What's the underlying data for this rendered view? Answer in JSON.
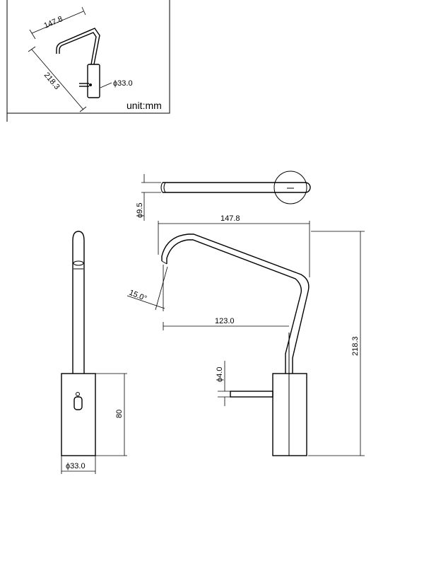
{
  "inset": {
    "dim_width": "147.8",
    "dim_height": "218.3",
    "dim_diameter": "ϕ33.0",
    "unit": "unit:mm"
  },
  "top_view": {
    "dim_pipe": "ϕ9.5"
  },
  "side_view": {
    "dim_width": "147.8",
    "dim_angle": "15.0°",
    "dim_reach": "123.0",
    "dim_height": "218.3",
    "dim_lever": "ϕ4.0"
  },
  "front_view": {
    "dim_body_height": "80",
    "dim_diameter": "ϕ33.0"
  }
}
